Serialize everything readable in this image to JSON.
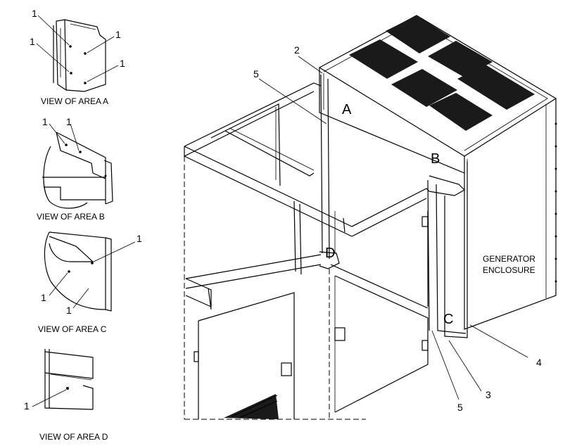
{
  "views": [
    {
      "caption": "VIEW OF AREA  A",
      "callouts": [
        "1",
        "1",
        "1",
        "1"
      ]
    },
    {
      "caption": "VIEW OF AREA  B",
      "callouts": [
        "1",
        "1"
      ]
    },
    {
      "caption": "VIEW OF AREA  C",
      "callouts": [
        "1",
        "1",
        "1"
      ]
    },
    {
      "caption": "VIEW OF AREA  D",
      "callouts": [
        "1"
      ]
    }
  ],
  "main": {
    "area_labels": [
      "A",
      "B",
      "C",
      "D"
    ],
    "enclosure_label": [
      "GENERATOR",
      "ENCLOSURE"
    ],
    "callouts": [
      "2",
      "5",
      "4",
      "3",
      "5"
    ]
  }
}
